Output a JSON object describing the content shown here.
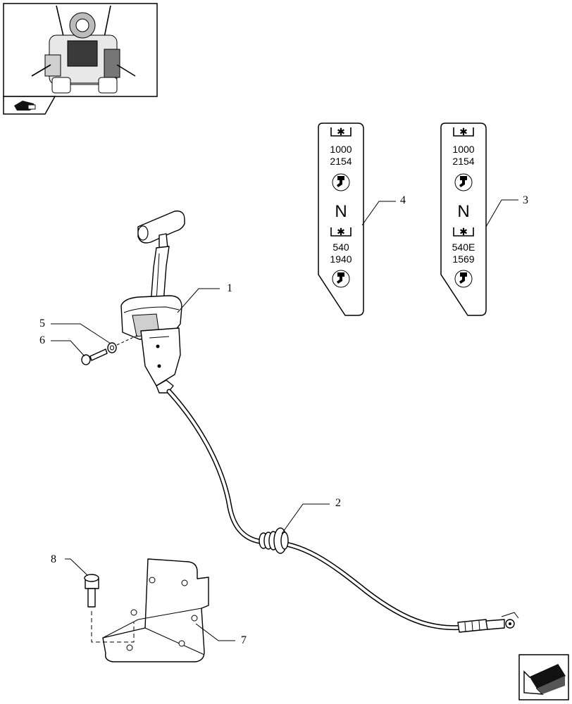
{
  "callouts": [
    "1",
    "2",
    "3",
    "4",
    "5",
    "6",
    "7",
    "8"
  ],
  "decal_left": {
    "top_speed": "1000",
    "top_code": "2154",
    "neutral": "N",
    "bottom_speed": "540",
    "bottom_code": "1940"
  },
  "decal_right": {
    "top_speed": "1000",
    "top_code": "2154",
    "neutral": "N",
    "bottom_speed": "540E",
    "bottom_code": "1569"
  },
  "icons": {
    "thumbnail": "tractor-cab-rear-view-thumbnail",
    "section_marker": "pointing-hand-icon",
    "next_page": "next-page-arrow-icon",
    "pto_rotation": "pto-rotation-icon",
    "pto_lever": "pto-lever-icon"
  }
}
